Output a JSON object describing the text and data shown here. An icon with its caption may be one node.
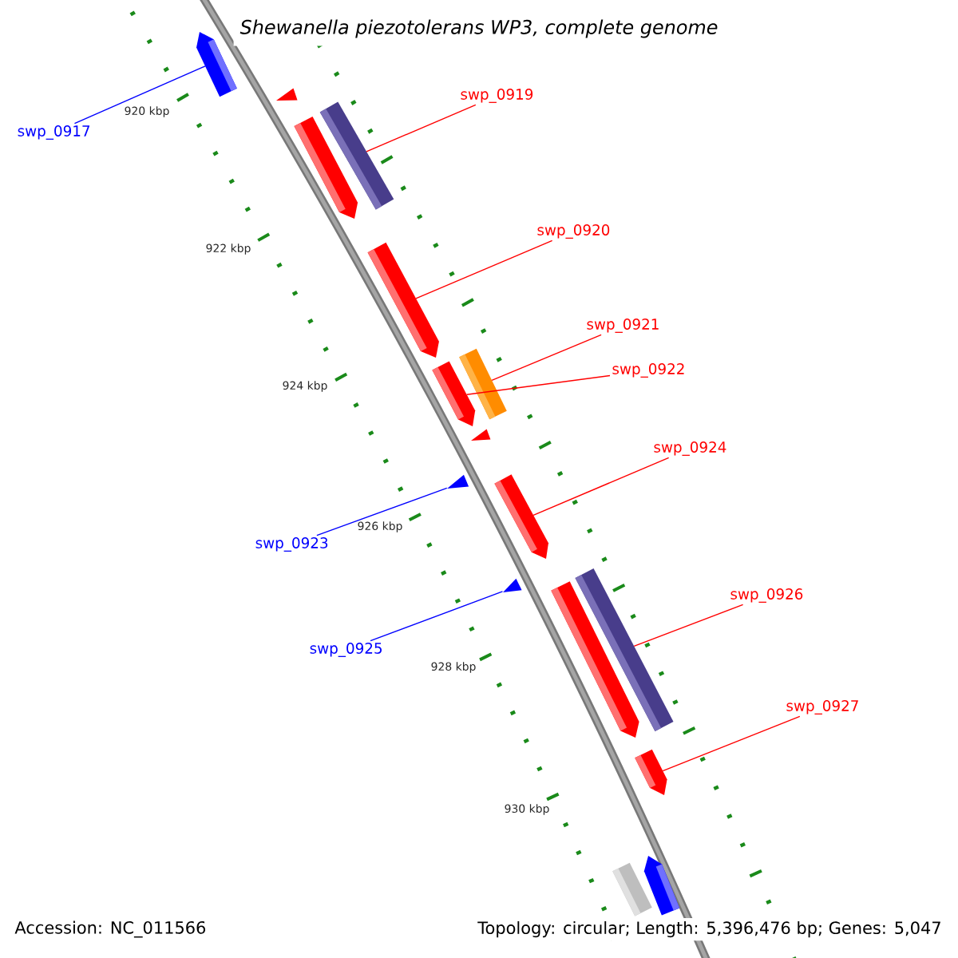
{
  "diagram": {
    "title": "Shewanella piezotolerans WP3, complete genome",
    "nodes": [
      {
        "text": [
          "swp_0917"
        ]
      },
      {
        "text": [],
        "shape": "arrow"
      },
      {
        "text": [
          "swp_0919"
        ]
      },
      {
        "text": [],
        "shape": "bar"
      },
      {
        "text": [
          "swp_0920"
        ]
      },
      {
        "text": [],
        "shape": "arrow"
      },
      {
        "text": [
          "swp_0921"
        ]
      },
      {
        "text": [],
        "shape": "bar"
      },
      {
        "text": [
          "swp_0922"
        ]
      },
      {
        "text": [],
        "shape": "arrow"
      },
      {
        "text": [
          "swp_0923"
        ]
      },
      {
        "text": [],
        "shape": "triangle"
      },
      {
        "text": [
          "swp_0924"
        ]
      },
      {
        "text": [],
        "shape": "arrow"
      },
      {
        "text": [
          "swp_0925"
        ]
      },
      {
        "text": [],
        "shape": "triangle"
      },
      {
        "text": [
          "swp_0926"
        ]
      },
      {
        "text": [],
        "shape": "bar"
      },
      {
        "text": [
          "swp_0927"
        ]
      },
      {
        "text": [],
        "shape": "arrow"
      },
      {
        "text": [],
        "shape": "triangle"
      },
      {
        "text": [],
        "shape": "arrow"
      },
      {
        "text": [],
        "shape": "triangle"
      },
      {
        "text": [],
        "shape": "arrow"
      },
      {
        "text": [],
        "shape": "bar"
      },
      {
        "text": [],
        "shape": "arrow"
      }
    ],
    "edges": [
      {
        "from": 0,
        "to": 1,
        "arrow": "none",
        "color": "#0000ff"
      },
      {
        "from": 2,
        "to": 3,
        "arrow": "none"
      },
      {
        "from": 4,
        "to": 5,
        "arrow": "none"
      },
      {
        "from": 6,
        "to": 7,
        "arrow": "none"
      },
      {
        "from": 8,
        "to": 9,
        "arrow": "none"
      },
      {
        "from": 10,
        "to": 11,
        "arrow": "none",
        "color": "#0000ff"
      },
      {
        "from": 12,
        "to": 13,
        "arrow": "none"
      },
      {
        "from": 14,
        "to": 15,
        "arrow": "none",
        "color": "#0000ff"
      },
      {
        "from": 16,
        "to": 17,
        "arrow": "none"
      },
      {
        "from": 18,
        "to": 19,
        "arrow": "none"
      }
    ],
    "labels": [
      "920 kbp",
      "922 kbp",
      "924 kbp",
      "926 kbp",
      "928 kbp",
      "930 kbp",
      "Accession: NC_011566",
      "Topology: circular; Length: 5,396,476 bp; Genes: 5,047"
    ]
  }
}
